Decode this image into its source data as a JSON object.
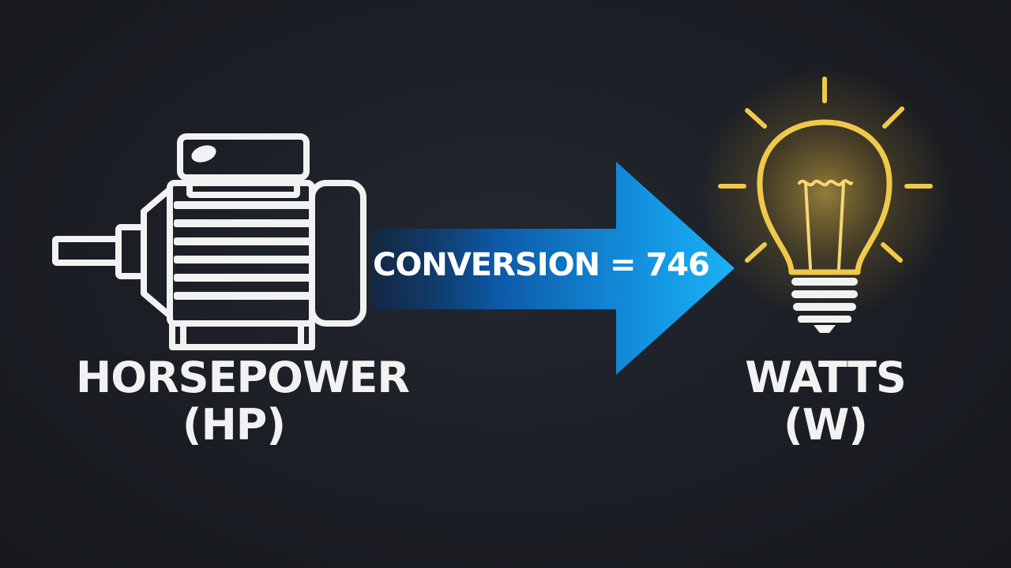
{
  "source": {
    "line1": "HORSEPOWER",
    "line2": "(HP)",
    "icon": "electric-motor-icon"
  },
  "conversion": {
    "text": "CONVERSION = 746",
    "icon": "right-arrow-icon",
    "color": "#1aa3ef"
  },
  "target": {
    "line1": "WATTS",
    "line2": "(W)",
    "icon": "light-bulb-icon",
    "glow_color": "#f2c94c"
  }
}
